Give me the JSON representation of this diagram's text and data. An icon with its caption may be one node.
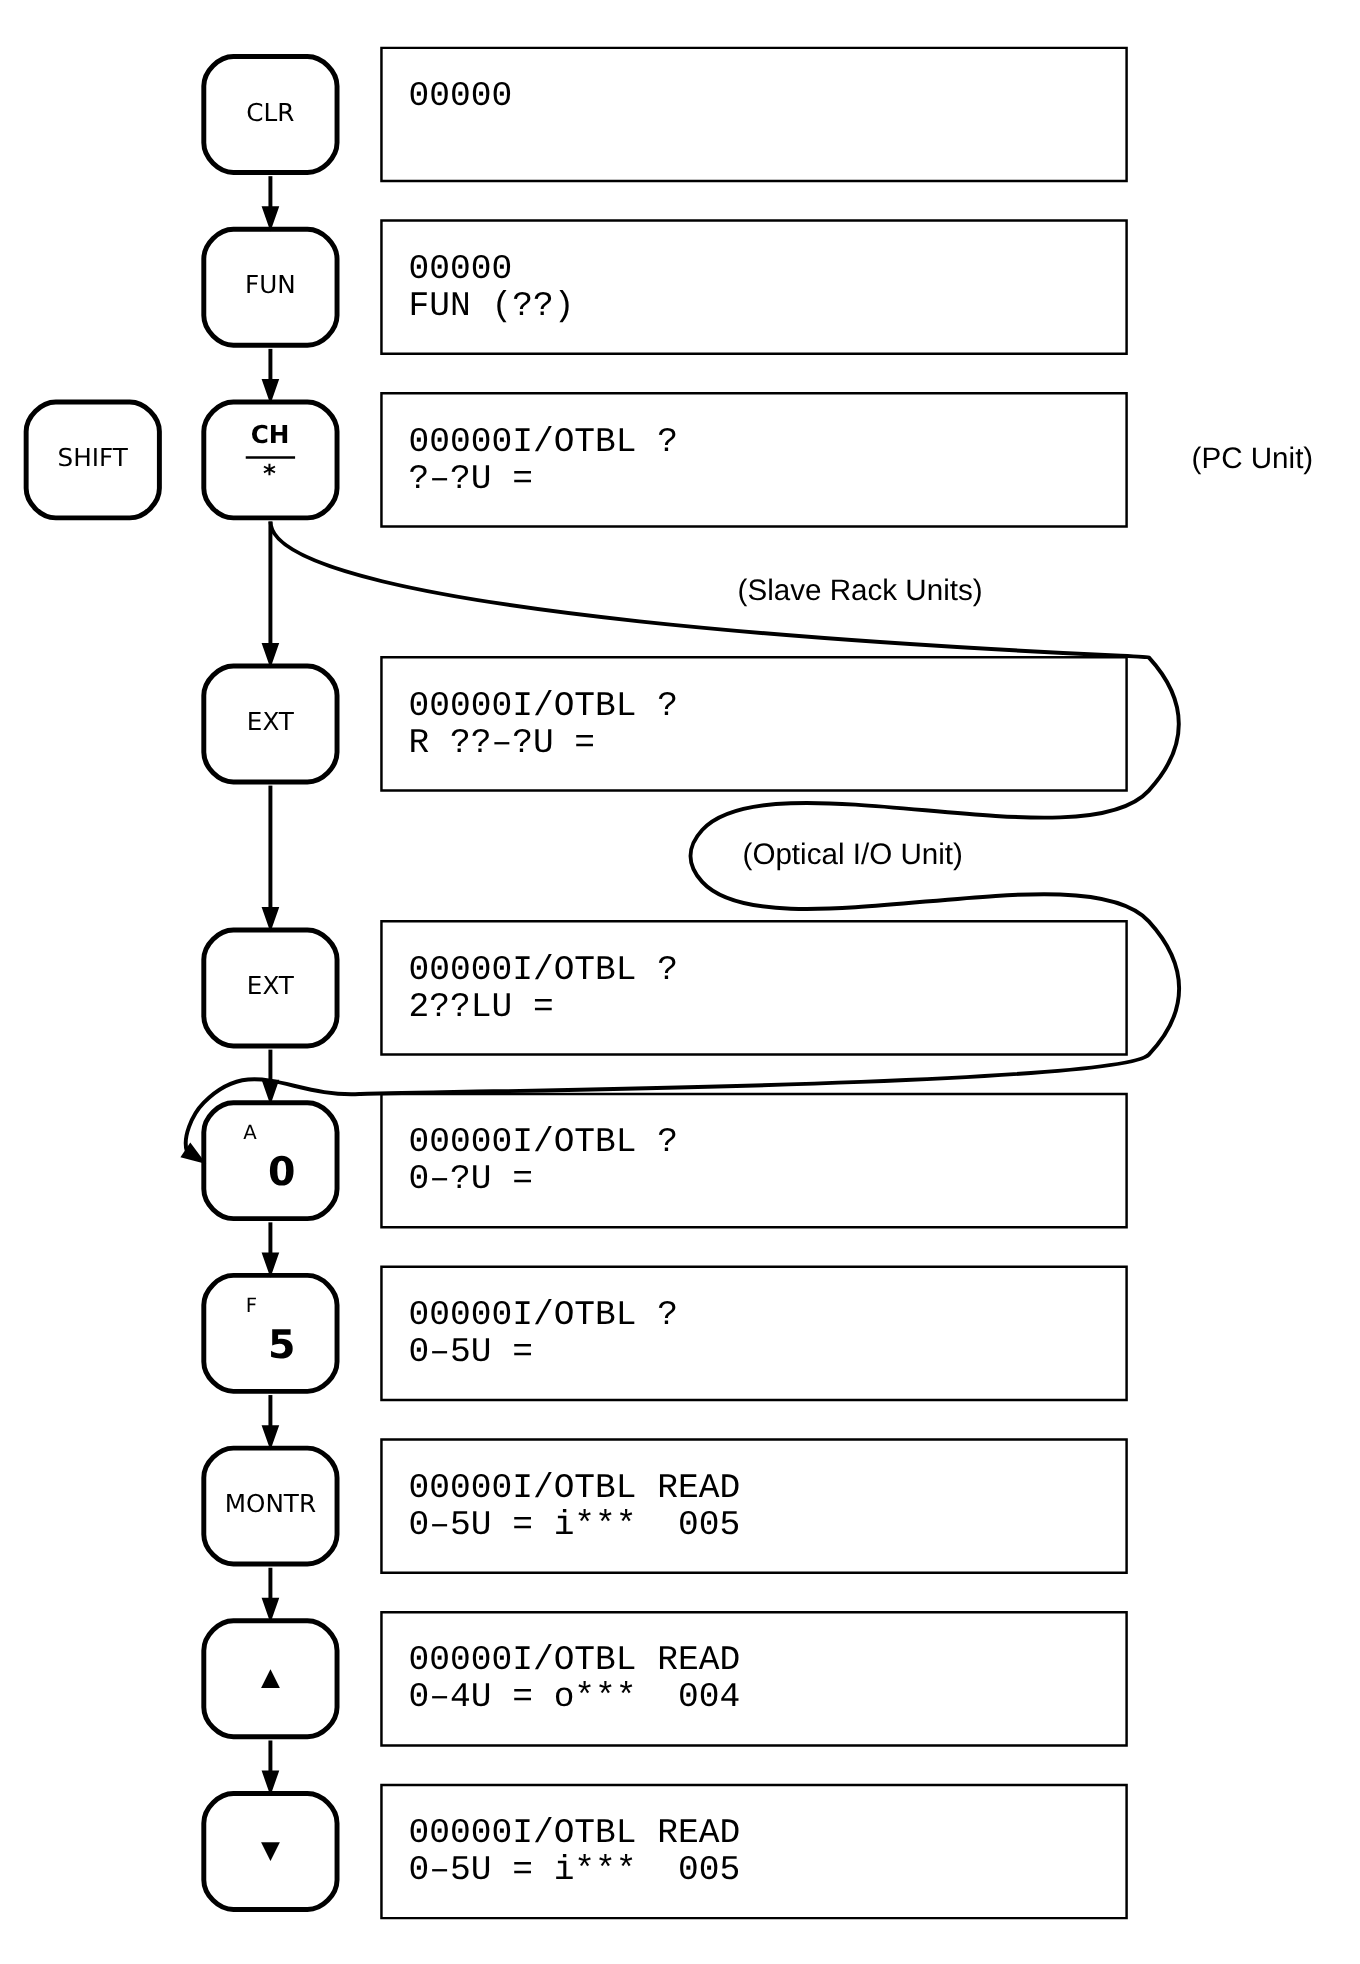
{
  "diagram": {
    "nodes": [
      {
        "text": [
          "CLR"
        ]
      },
      {
        "text": [
          "00000"
        ]
      },
      {
        "text": [
          "FUN"
        ]
      },
      {
        "text": [
          "00000",
          "FUN (??)"
        ]
      },
      {
        "text": [
          "SHIFT"
        ]
      },
      {
        "text": [
          "CH",
          "*"
        ]
      },
      {
        "text": [
          "00000I/OTBL ?",
          "?–?U ="
        ]
      },
      {
        "text": [
          "EXT"
        ]
      },
      {
        "text": [
          "00000I/OTBL ?",
          "R ??–?U ="
        ]
      },
      {
        "text": [
          "EXT"
        ]
      },
      {
        "text": [
          "00000I/OTBL ?",
          "2??LU ="
        ]
      },
      {
        "text": [
          "A",
          "0"
        ]
      },
      {
        "text": [
          "00000I/OTBL ?",
          "0–?U ="
        ]
      },
      {
        "text": [
          "F",
          "5"
        ]
      },
      {
        "text": [
          "00000I/OTBL ?",
          "0–5U ="
        ]
      },
      {
        "text": [
          "MONTR"
        ]
      },
      {
        "text": [
          "00000I/OTBL READ",
          "0–5U = i***  005"
        ]
      },
      {
        "text": [
          "▲"
        ]
      },
      {
        "text": [
          "00000I/OTBL READ",
          "0–4U = o***  004"
        ]
      },
      {
        "text": [
          "▼"
        ]
      },
      {
        "text": [
          "00000I/OTBL READ",
          "0–5U = i***  005"
        ]
      }
    ],
    "edges": [
      {
        "from": 0,
        "to": 2,
        "arrow": "to"
      },
      {
        "from": 2,
        "to": 5,
        "arrow": "to"
      },
      {
        "from": 5,
        "to": 7,
        "arrow": "to"
      },
      {
        "from": 7,
        "to": 9,
        "arrow": "to"
      },
      {
        "from": 9,
        "to": 11,
        "arrow": "to"
      },
      {
        "from": 5,
        "to": 11,
        "arrow": "to"
      },
      {
        "from": 11,
        "to": 13,
        "arrow": "to"
      },
      {
        "from": 13,
        "to": 15,
        "arrow": "to"
      },
      {
        "from": 15,
        "to": 17,
        "arrow": "to"
      },
      {
        "from": 17,
        "to": 19,
        "arrow": "to"
      }
    ],
    "labels": [
      "(PC Unit)",
      "(Slave Rack Units)",
      "(Optical I/O Unit)"
    ]
  }
}
